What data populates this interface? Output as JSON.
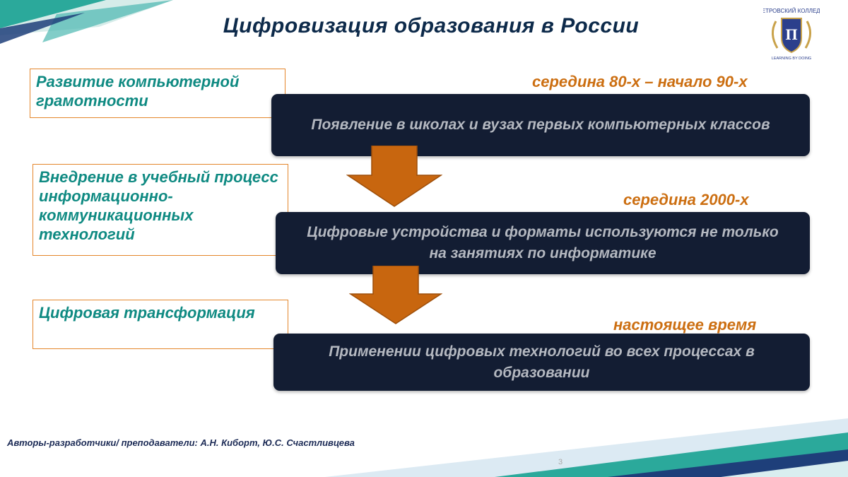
{
  "title": "Цифровизация образования в России",
  "logo": {
    "top_text": "ПЕТРОВСКИЙ КОЛЛЕДЖ",
    "motto": "LEARNING BY DOING",
    "monogram": "П"
  },
  "stages": [
    {
      "label": "Развитие компьютерной грамотности"
    },
    {
      "label": "Внедрение в учебный процесс информационно-коммуникационных технологий"
    },
    {
      "label": "Цифровая трансформация"
    }
  ],
  "periods": [
    "середина 80-х – начало 90-х",
    "середина 2000-х",
    "настоящее время"
  ],
  "descriptions": [
    "Появление в школах и вузах первых компьютерных классов",
    "Цифровые устройства и форматы используются не только на занятиях по информатике",
    "Применении цифровых технологий во всех процессах в образовании"
  ],
  "authors": "Авторы-разработчики/ преподаватели:  А.Н. Киборт, Ю.С. Счастливцева",
  "page_number": "3",
  "colors": {
    "title": "#0d2a4a",
    "stage_text": "#0f8a82",
    "stage_border": "#e4862b",
    "period": "#cc6f12",
    "dark_box": "#131d33",
    "arrow": "#c8660f",
    "teal_deco": "#2ba99b",
    "navy_deco": "#1e3f7a"
  }
}
